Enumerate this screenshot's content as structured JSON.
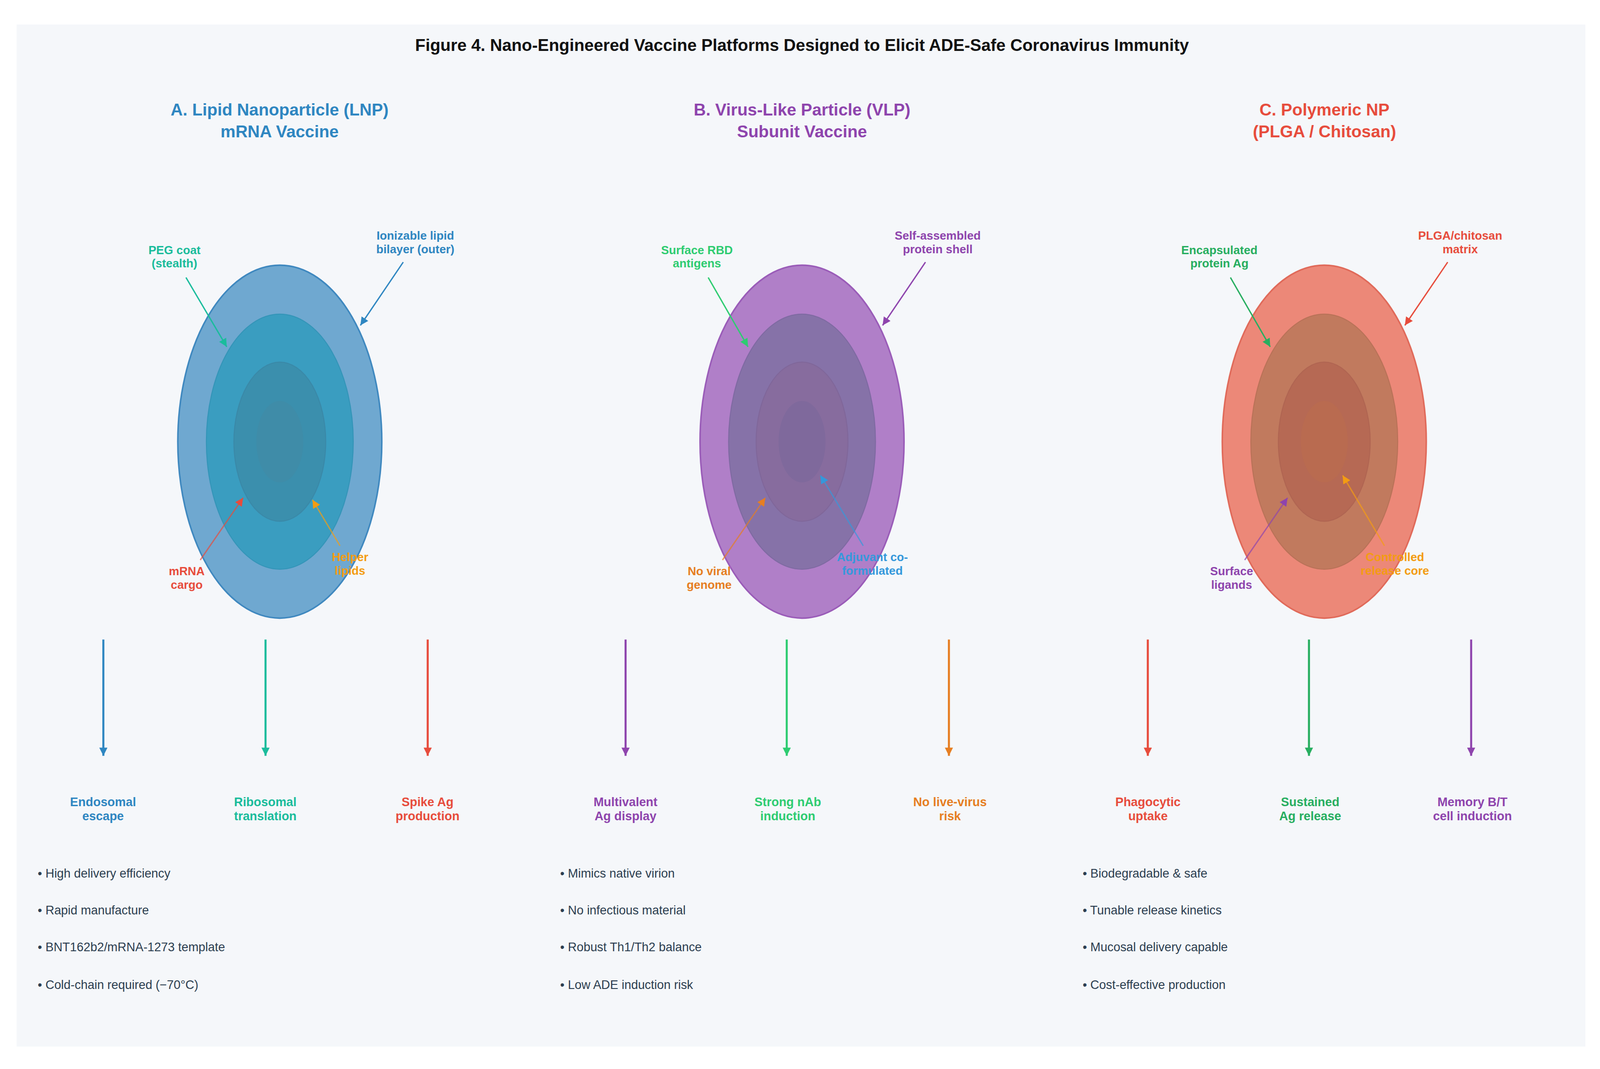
{
  "diagram": {
    "title": "Figure 4. Nano-Engineered Vaccine Platforms Designed to Elicit ADE-Safe Coronavirus Immunity",
    "labels": [
      "A. Lipid Nanoparticle (LNP) mRNA Vaccine",
      "PEG coat (stealth)",
      "Ionizable lipid bilayer (outer)",
      "mRNA cargo",
      "Helper lipids",
      "Endosomal escape",
      "Ribosomal translation",
      "Spike Ag production",
      "• High delivery efficiency",
      "• Rapid manufacture",
      "• BNT162b2/mRNA-1273 template",
      "• Cold-chain required (−70°C)",
      "B. Virus-Like Particle (VLP) Subunit Vaccine",
      "Surface RBD antigens",
      "Self-assembled protein shell",
      "No viral genome",
      "Adjuvant co-formulated",
      "Multivalent Ag display",
      "Strong nAb induction",
      "No live-virus risk",
      "• Mimics native virion",
      "• No infectious material",
      "• Robust Th1/Th2 balance",
      "• Low ADE induction risk",
      "C. Polymeric NP (PLGA / Chitosan)",
      "Encapsulated protein Ag",
      "PLGA/chitosan matrix",
      "Surface ligands",
      "Controlled release core",
      "Phagocytic uptake",
      "Sustained Ag release",
      "Memory B/T cell induction",
      "• Biodegradable & safe",
      "• Tunable release kinetics",
      "• Mucosal delivery capable",
      "• Cost-effective production"
    ]
  }
}
